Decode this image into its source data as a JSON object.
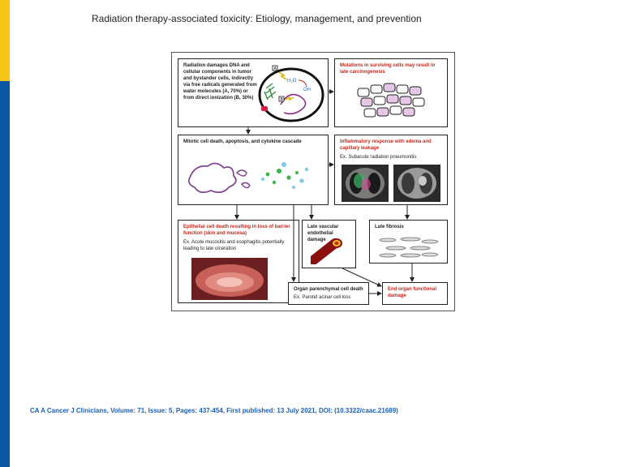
{
  "slide": {
    "title": "Radiation therapy-associated toxicity: Etiology, management, and prevention",
    "citation": "CA A Cancer J Clinicians, Volume: 71, Issue: 5, Pages: 437-454, First published: 13 July 2021, DOI: (10.3322/caac.21689)"
  },
  "colors": {
    "accent_yellow": "#f5c518",
    "accent_blue": "#0b57a4",
    "red_text": "#c0281c",
    "citation_blue": "#1a5fb4"
  },
  "diagram": {
    "box_dna": {
      "head": "Radiation damages DNA and cellular components in tumor and bystander cells, indirectly via free radicals generated from water molecules (A, 70%) or from direct ionization (B, 30%)",
      "label_a": "A",
      "label_b": "B",
      "label_water": "H₂O",
      "label_oh": "OH"
    },
    "box_mutation": {
      "head": "Mutations in surviving cells may result in late carcinogenesis"
    },
    "box_mitotic": {
      "head": "Mitotic cell death, apoptosis, and cytokine cascade"
    },
    "box_inflammatory": {
      "head": "Inflammatory response with edema and capillary leakage",
      "sub": "Ex. Subacute radiation pneumonitis"
    },
    "box_epithelial": {
      "head": "Epithelial cell death resulting in loss of barrier function (skin and mucosa)",
      "sub": "Ex. Acute mucositis and esophagitis potentially leading to late ulceration"
    },
    "box_vascular": {
      "head": "Late vascular endothelial damage"
    },
    "box_fibrosis": {
      "head": "Late fibrosis"
    },
    "box_parenchymal": {
      "head": "Organ parenchymal cell death",
      "sub": "Ex. Parotid acinar cell loss"
    },
    "box_end_organ": {
      "head": "End organ functional damage"
    }
  }
}
